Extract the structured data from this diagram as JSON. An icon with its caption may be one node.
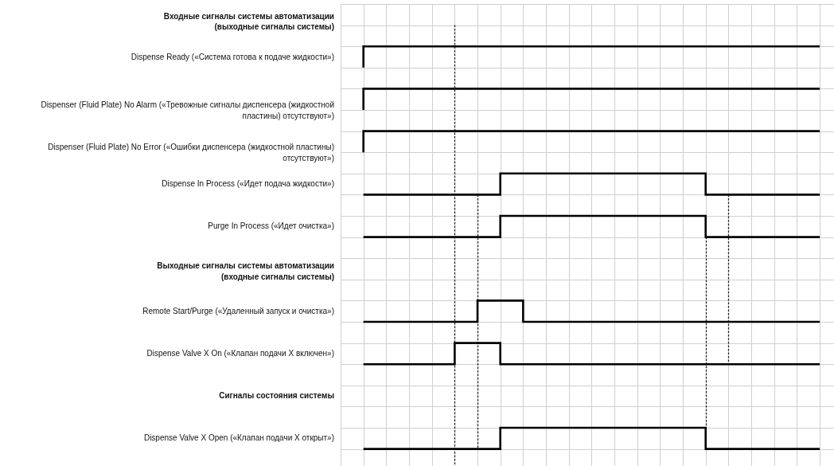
{
  "diagram": {
    "labels": [
      "Входные сигналы системы автоматизации (выходные сигналы системы)",
      "Dispense Ready («Система готова к подаче жидкости»)",
      "Dispenser (Fluid Plate) No Alarm («Тревожные сигналы диспенсера (жидкостной пластины) отсутствуют»)",
      "Dispenser (Fluid Plate) No Error («Ошибки диспенсера (жидкостной пластины) отсутствуют»)",
      "Dispense In Process («Идет подача жидкости»)",
      "Purge In Process («Идет очистка»)",
      "Выходные сигналы системы автоматизации (входные сигналы системы)",
      "Remote Start/Purge («Удаленный запуск и очистка»)",
      "Dispense Valve X On («Клапан подачи X включен»)",
      "Сигналы состояния системы",
      "Dispense Valve X Open («Клапан подачи X открыт»)"
    ]
  }
}
